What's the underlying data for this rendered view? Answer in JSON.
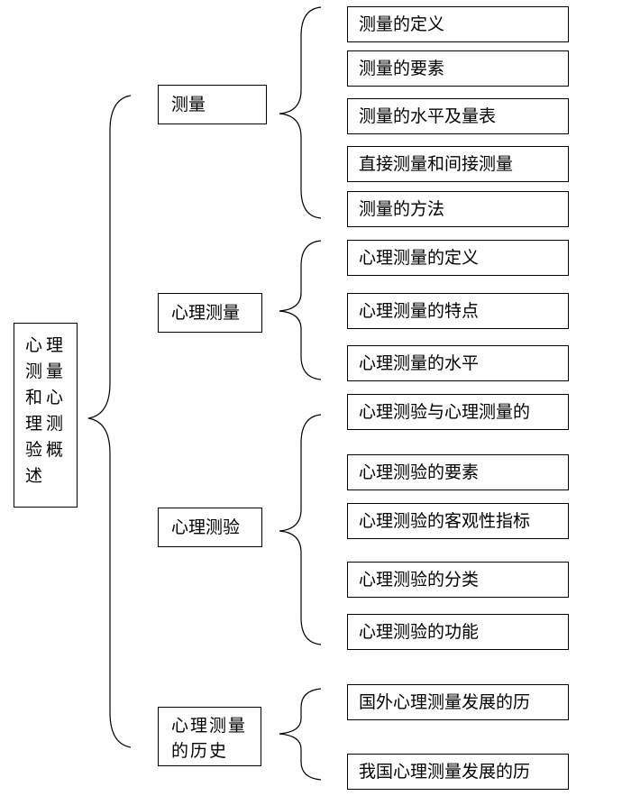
{
  "root": {
    "label": "心理测量和心理测验概述"
  },
  "sections": [
    {
      "label": "测量",
      "items": [
        "测量的定义",
        "测量的要素",
        "测量的水平及量表",
        "直接测量和间接测量",
        "测量的方法"
      ]
    },
    {
      "label": "心理测量",
      "items": [
        "心理测量的定义",
        "心理测量的特点",
        "心理测量的水平"
      ]
    },
    {
      "label": "心理测验",
      "items": [
        "心理测验与心理测量的",
        "心理测验的要素",
        "心理测验的客观性指标",
        "心理测验的分类",
        "心理测验的功能"
      ]
    },
    {
      "label": "心理测量的历史",
      "items": [
        "国外心理测量发展的历",
        "我国心理测量发展的历"
      ]
    }
  ]
}
